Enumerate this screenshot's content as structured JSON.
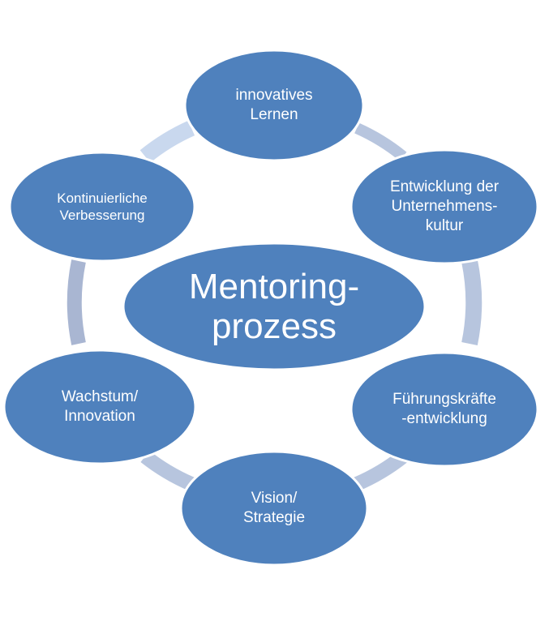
{
  "diagram": {
    "center": "Mentoring-\nprozess",
    "nodes": [
      "innovatives\nLernen",
      "Entwicklung der\nUnternehmens-\nkultur",
      "Führungskräfte\n-entwicklung",
      "Vision/\nStrategie",
      "Wachstum/\nInnovation",
      "Kontinuierliche\nVerbesserung"
    ],
    "colors": {
      "node_fill": "#4f81bd",
      "node_stroke": "#ffffff",
      "arc_light": "#c9d8ee",
      "arc_mid": "#b7c5de",
      "arc_dark": "#a9b6d2"
    }
  }
}
